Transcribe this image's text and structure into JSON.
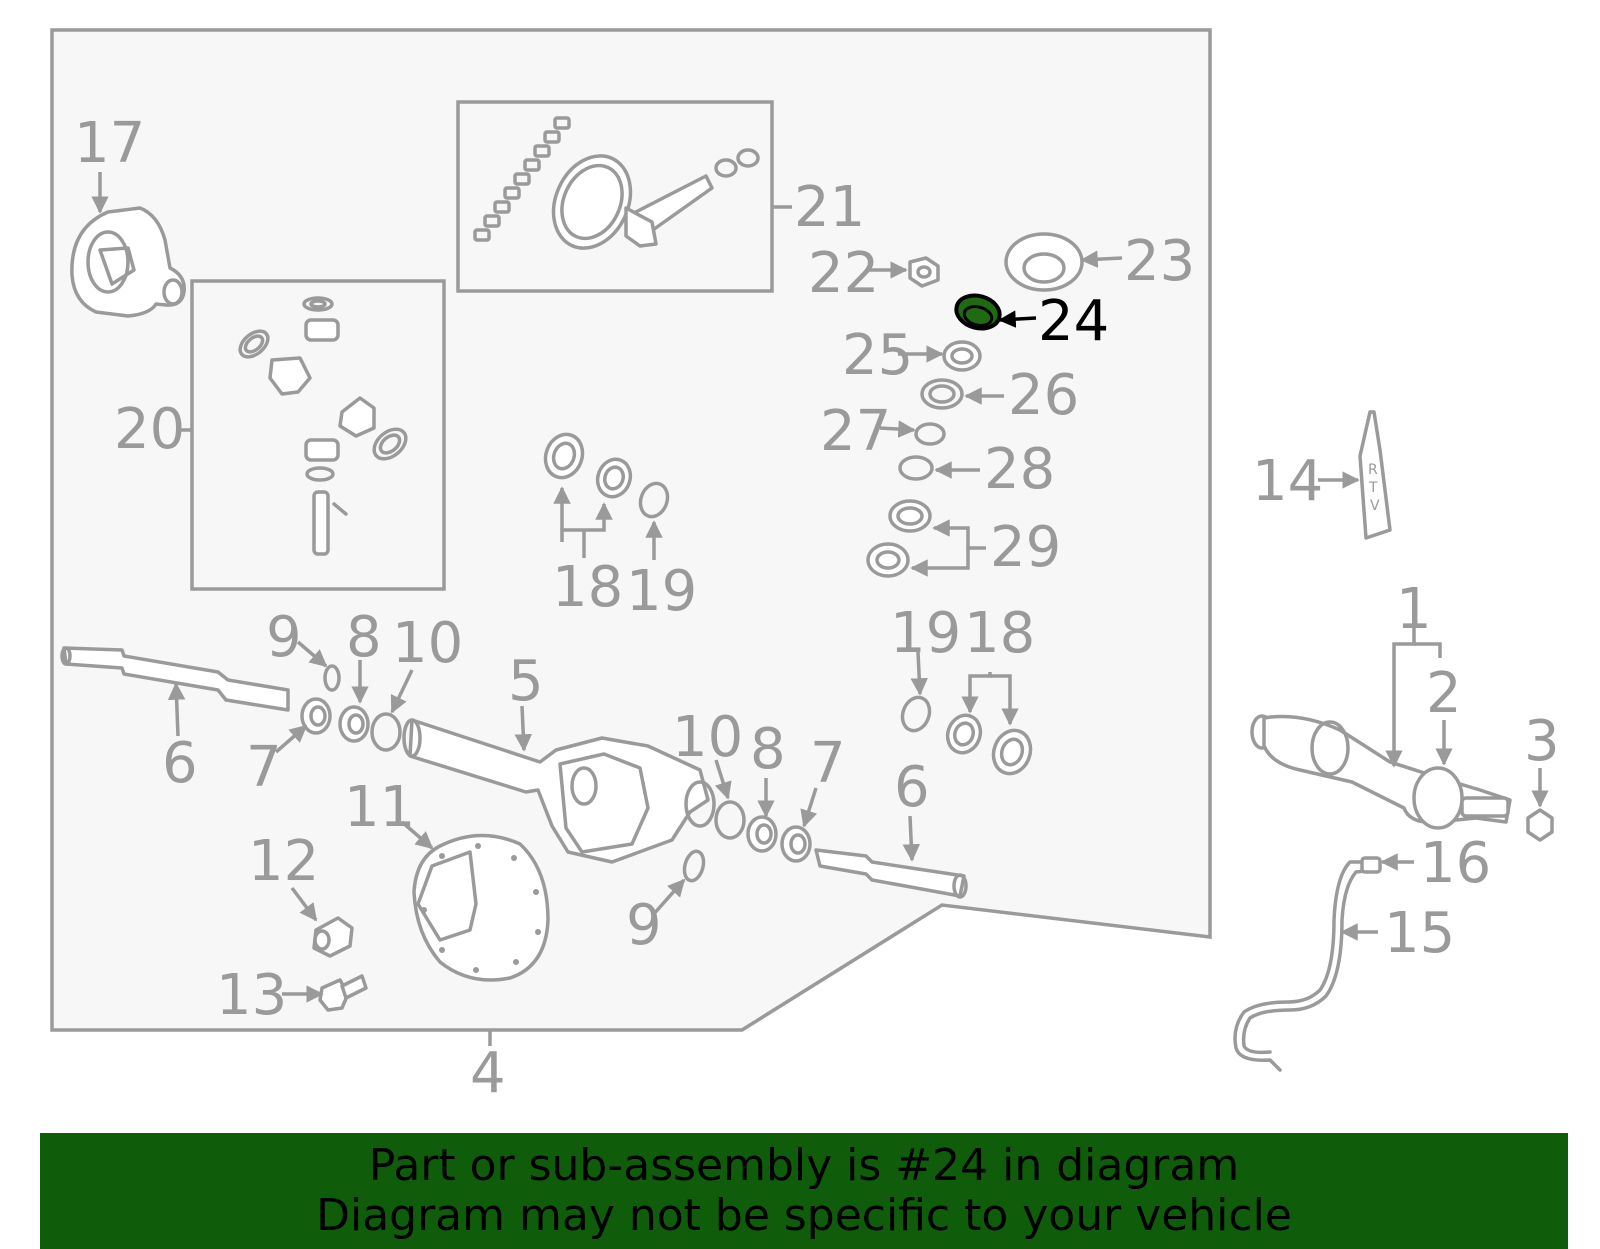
{
  "diagram": {
    "labels": {
      "l1": "1",
      "l2": "2",
      "l3": "3",
      "l4": "4",
      "l5": "5",
      "l6a": "6",
      "l6b": "6",
      "l7a": "7",
      "l7b": "7",
      "l8a": "8",
      "l8b": "8",
      "l9a": "9",
      "l9b": "9",
      "l10a": "10",
      "l10b": "10",
      "l11": "11",
      "l12": "12",
      "l13": "13",
      "l14": "14",
      "l15": "15",
      "l16": "16",
      "l17": "17",
      "l18a": "18",
      "l18b": "18",
      "l19a": "19",
      "l19b": "19",
      "l20": "20",
      "l21": "21",
      "l22": "22",
      "l23": "23",
      "l24": "24",
      "l25": "25",
      "l26": "26",
      "l27": "27",
      "l28": "28",
      "l29": "29"
    },
    "tube_text": [
      "R",
      "T",
      "V"
    ],
    "highlighted_part": "24",
    "highlight_color": "#1e6b12"
  },
  "banner": {
    "line1": "Part or sub-assembly is #24 in diagram",
    "line2": "Diagram may not be specific to your vehicle",
    "background": "#0f5d0a"
  }
}
